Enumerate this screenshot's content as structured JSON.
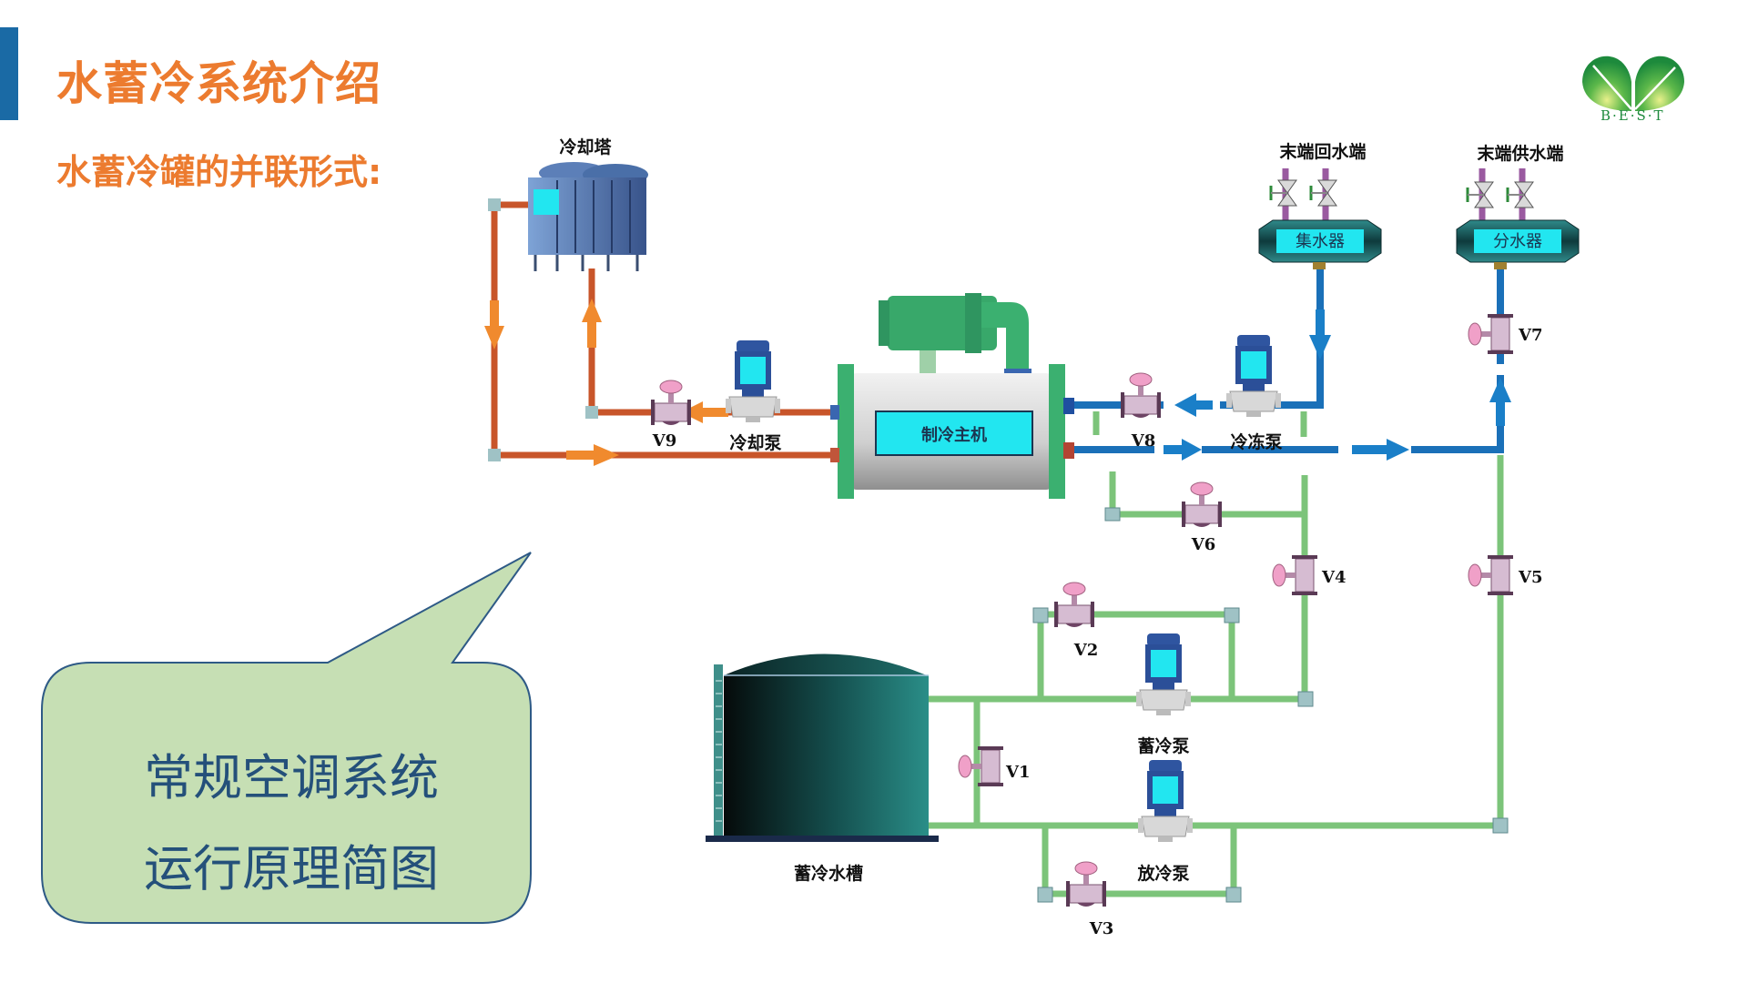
{
  "slide": {
    "title": "水蓄冷系统介绍",
    "subtitle": "水蓄冷罐的并联形式:",
    "logo_text": "B·E·S·T",
    "accent_color": "#1a6aa5",
    "title_color": "#ec7b2f"
  },
  "callout": {
    "line1": "常规空调系统",
    "line2": "运行原理简图",
    "fill_color": "#c6dfb4",
    "text_color": "#24507a"
  },
  "diagram": {
    "equipment": {
      "cooling_tower": "冷却塔",
      "chiller": "制冷主机",
      "cooling_pump": "冷却泵",
      "chilled_pump": "冷冻泵",
      "return_header_title": "末端回水端",
      "supply_header_title": "末端供水端",
      "return_header": "集水器",
      "supply_header": "分水器",
      "storage_tank": "蓄冷水槽",
      "charge_pump": "蓄冷泵",
      "discharge_pump": "放冷泵"
    },
    "valves": [
      "V1",
      "V2",
      "V3",
      "V4",
      "V5",
      "V6",
      "V7",
      "V8",
      "V9"
    ],
    "pipe_colors": {
      "cooling_water": "#c8552a",
      "chilled_water": "#1a70b8",
      "storage_water": "#7cc47a",
      "flow_arrow_cooling": "#f08a2e",
      "flow_arrow_chilled": "#1a7fc8"
    }
  }
}
